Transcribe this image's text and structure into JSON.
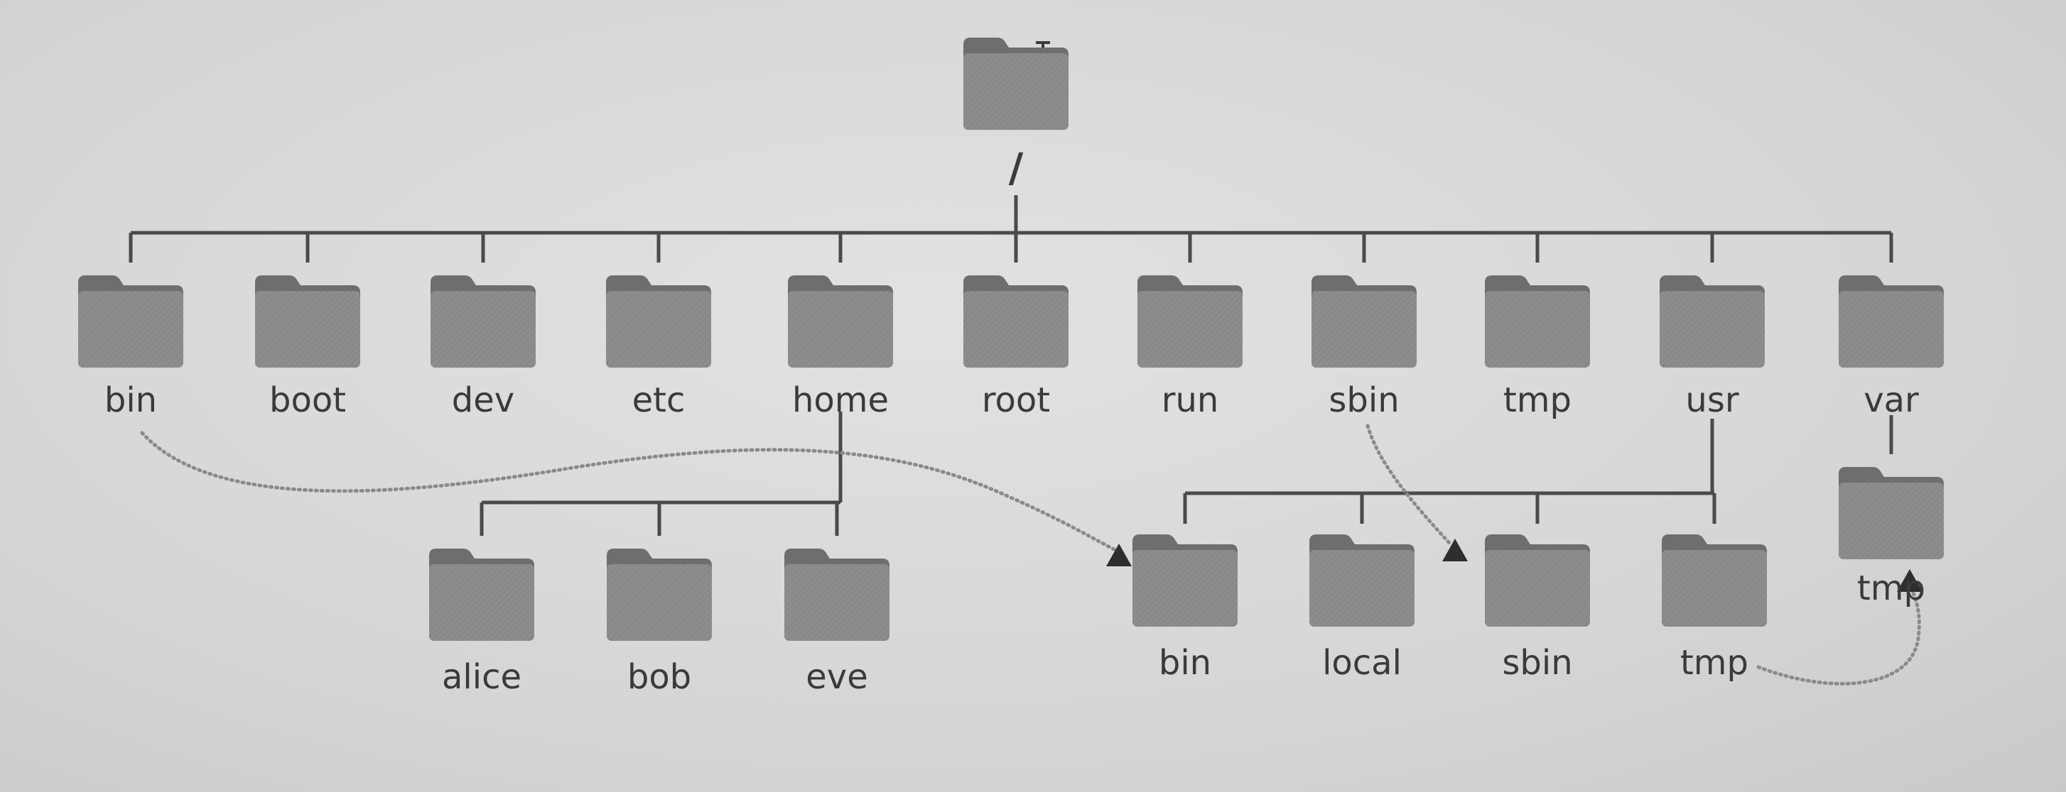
{
  "root": {
    "label": "/"
  },
  "top_level": [
    {
      "label": "bin"
    },
    {
      "label": "boot"
    },
    {
      "label": "dev"
    },
    {
      "label": "etc"
    },
    {
      "label": "home"
    },
    {
      "label": "root"
    },
    {
      "label": "run"
    },
    {
      "label": "sbin"
    },
    {
      "label": "tmp"
    },
    {
      "label": "usr"
    },
    {
      "label": "var"
    }
  ],
  "home_children": [
    {
      "label": "alice"
    },
    {
      "label": "bob"
    },
    {
      "label": "eve"
    }
  ],
  "usr_children": [
    {
      "label": "bin"
    },
    {
      "label": "local"
    },
    {
      "label": "sbin"
    },
    {
      "label": "tmp"
    }
  ],
  "var_children": [
    {
      "label": "tmp"
    }
  ],
  "symlinks": [
    {
      "from": "bin",
      "to": "usr/bin"
    },
    {
      "from": "sbin",
      "to": "usr/sbin"
    },
    {
      "from": "usr/tmp",
      "to": "var/tmp"
    }
  ],
  "colors": {
    "folder_body": "#8e8e8e",
    "folder_tab": "#6e6e6e",
    "line": "#4a4a4a",
    "dotted": "#8a8a8a",
    "text": "#3a3a3a"
  }
}
